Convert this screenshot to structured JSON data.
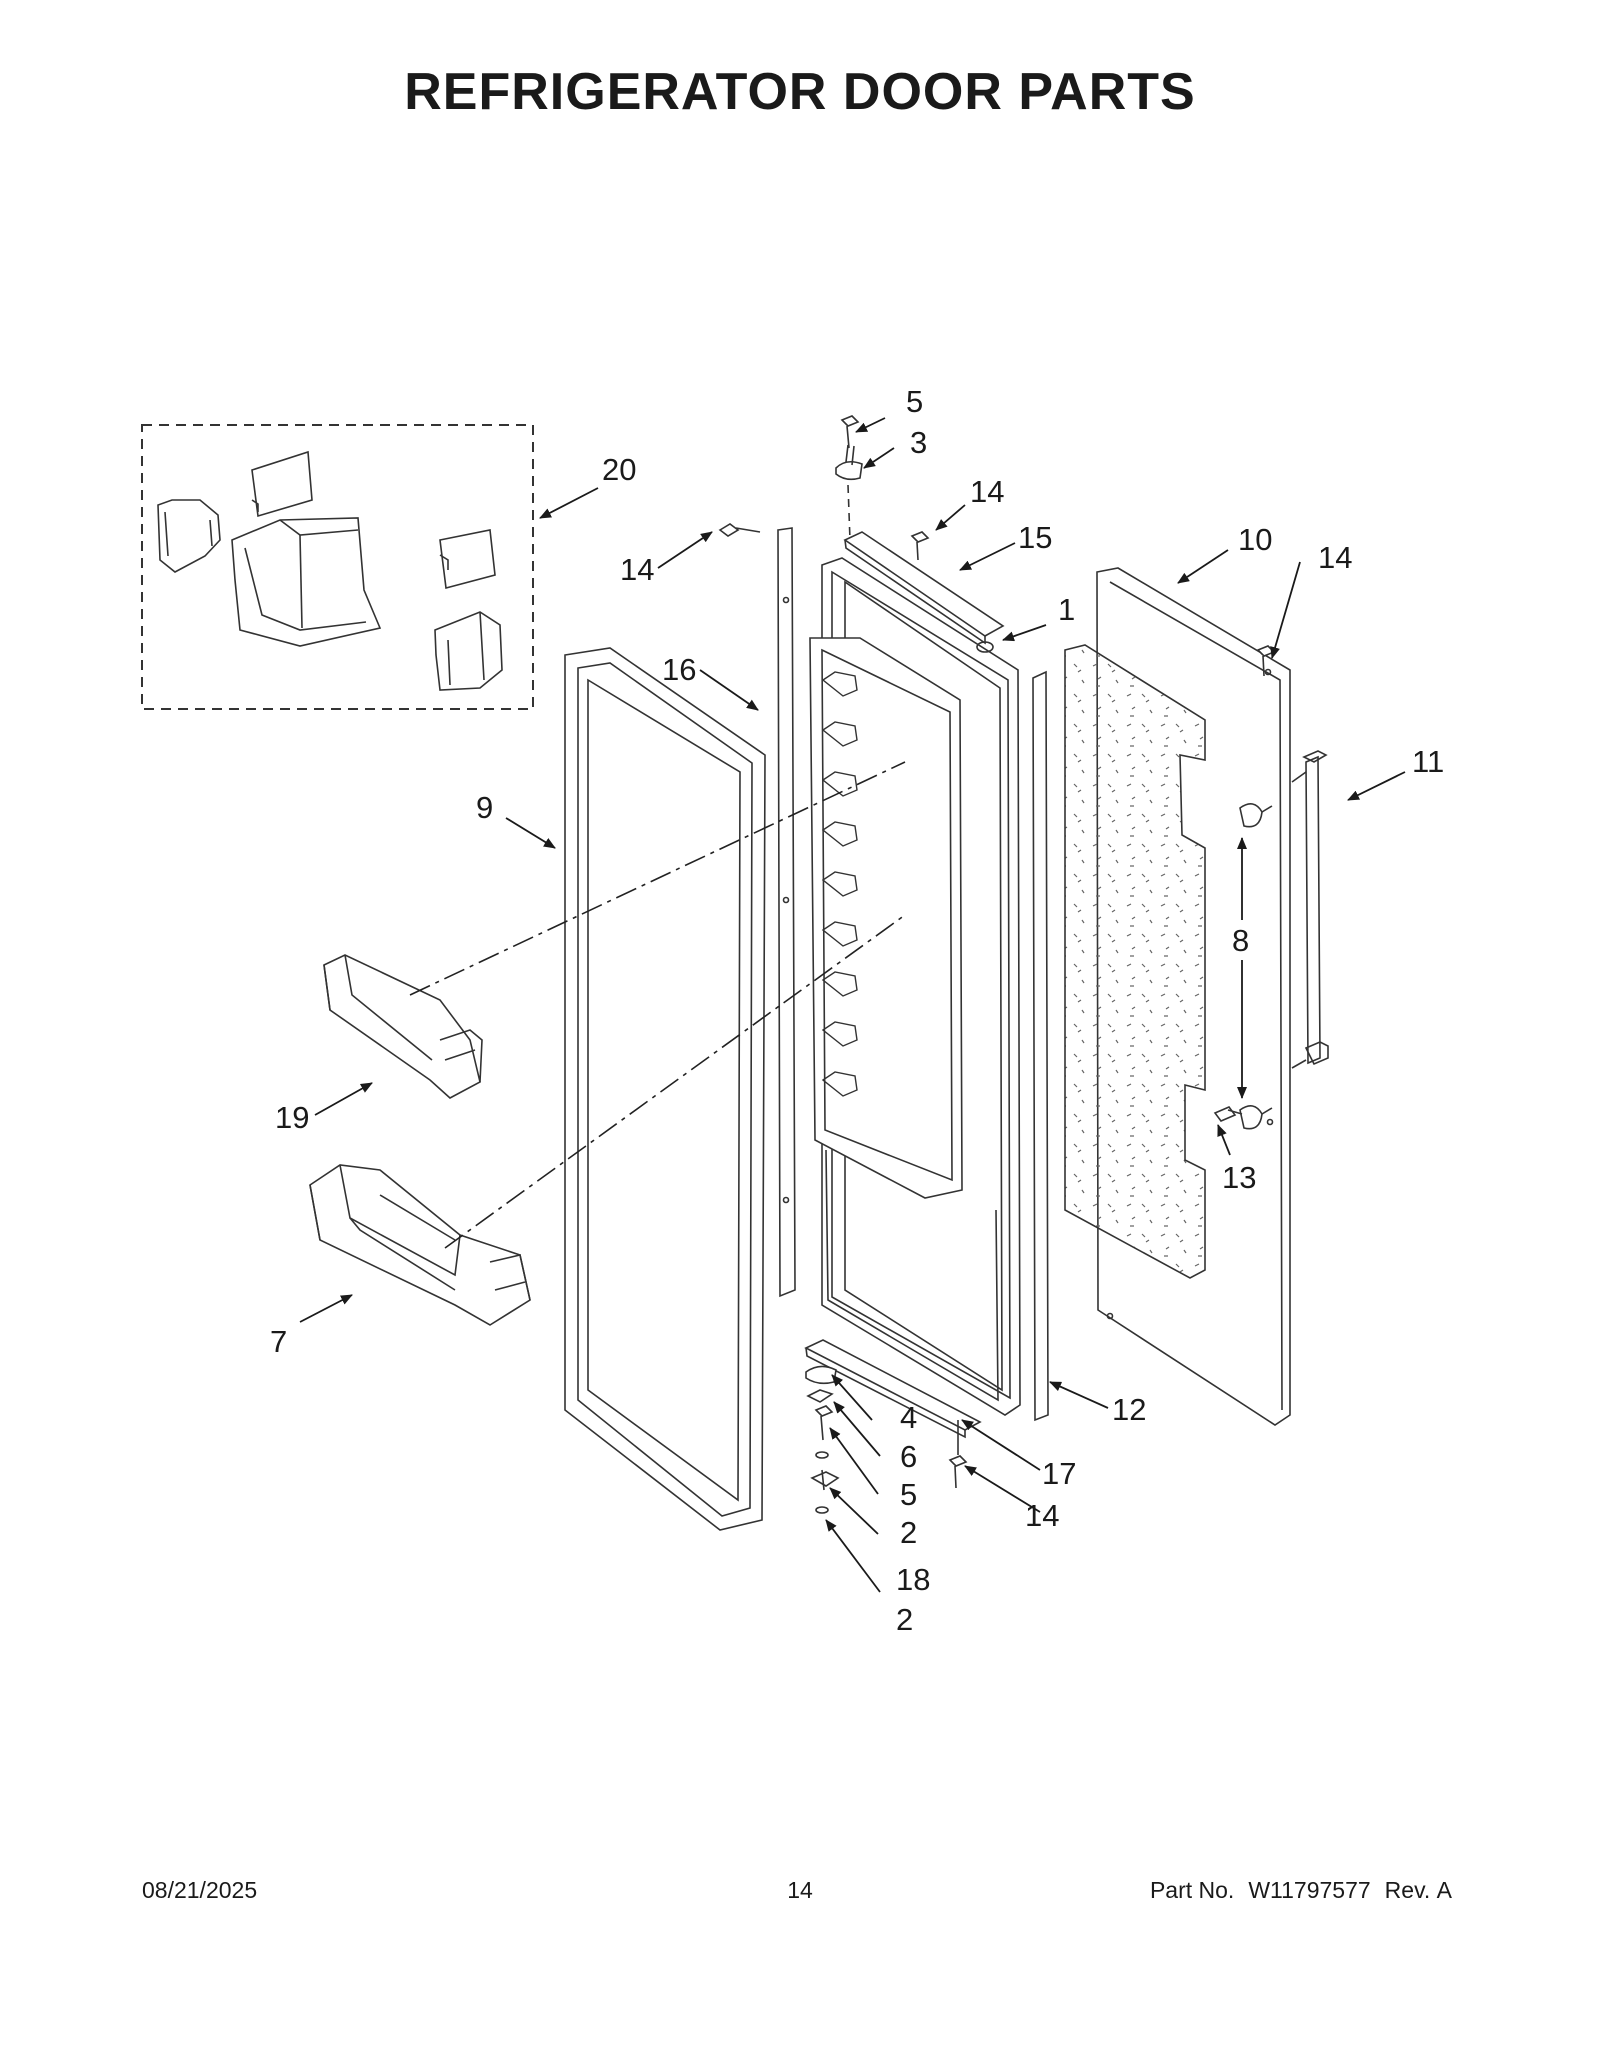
{
  "title": "REFRIGERATOR DOOR PARTS",
  "callouts": [
    {
      "id": "c-5-top",
      "text": "5"
    },
    {
      "id": "c-3",
      "text": "3"
    },
    {
      "id": "c-14-a",
      "text": "14"
    },
    {
      "id": "c-15",
      "text": "15"
    },
    {
      "id": "c-20",
      "text": "20"
    },
    {
      "id": "c-14-b",
      "text": "14"
    },
    {
      "id": "c-10",
      "text": "10"
    },
    {
      "id": "c-14-c",
      "text": "14"
    },
    {
      "id": "c-1",
      "text": "1"
    },
    {
      "id": "c-16",
      "text": "16"
    },
    {
      "id": "c-11",
      "text": "11"
    },
    {
      "id": "c-9",
      "text": "9"
    },
    {
      "id": "c-8",
      "text": "8"
    },
    {
      "id": "c-19",
      "text": "19"
    },
    {
      "id": "c-13",
      "text": "13"
    },
    {
      "id": "c-7",
      "text": "7"
    },
    {
      "id": "c-12",
      "text": "12"
    },
    {
      "id": "c-4",
      "text": "4"
    },
    {
      "id": "c-6",
      "text": "6"
    },
    {
      "id": "c-17",
      "text": "17"
    },
    {
      "id": "c-5-bottom",
      "text": "5"
    },
    {
      "id": "c-14-d",
      "text": "14"
    },
    {
      "id": "c-2-a",
      "text": "2"
    },
    {
      "id": "c-18",
      "text": "18"
    },
    {
      "id": "c-2-b",
      "text": "2"
    }
  ],
  "footer": {
    "date": "08/21/2025",
    "page": "14",
    "part_label": "Part No.",
    "part_number": "W11797577",
    "rev_label": "Rev.",
    "rev": "A"
  }
}
